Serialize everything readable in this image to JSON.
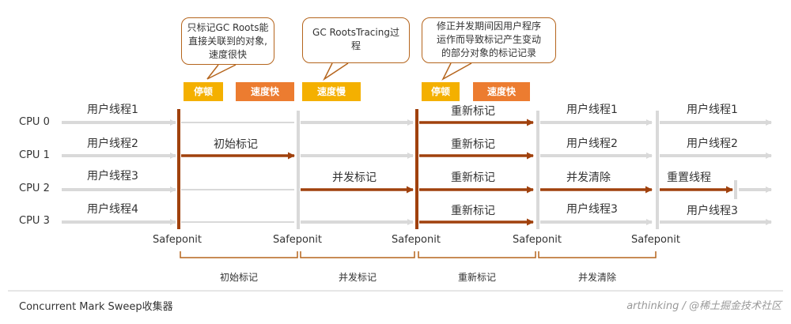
{
  "notes": [
    {
      "id": "n1",
      "text": "只标记GC Roots能\n直接关联到的对象,\n速度很快"
    },
    {
      "id": "n2",
      "text": "GC RootsTracing过\n程"
    },
    {
      "id": "n3",
      "text": "修正并发期间因用户程序\n运作而导致标记产生变动\n的部分对象的标记记录"
    }
  ],
  "tags": {
    "t1": "停顿",
    "t2": "速度快",
    "t3": "速度慢",
    "t4": "停顿",
    "t5": "速度快"
  },
  "cpus": [
    "CPU 0",
    "CPU 1",
    "CPU 2",
    "CPU 3"
  ],
  "labels": {
    "u0": "用户线程1",
    "u1": "用户线程2",
    "u2": "用户线程3",
    "u3": "用户线程4",
    "initial_mark": "初始标记",
    "concurrent_mark": "并发标记",
    "r0": "重新标记",
    "r1": "重新标记",
    "r2": "重新标记",
    "r3": "重新标记",
    "s0": "用户线程1",
    "s1": "用户线程2",
    "concurrent_sweep": "并发清除",
    "s3": "用户线程3",
    "e0": "用户线程1",
    "e1": "用户线程2",
    "reset": "重置线程",
    "e3": "用户线程3"
  },
  "safepoints": [
    "Safeponit",
    "Safeponit",
    "Safeponit",
    "Safeponit",
    "Safeponit"
  ],
  "phases": [
    "初始标记",
    "并发标记",
    "重新标记",
    "并发清除"
  ],
  "footer": "Concurrent Mark Sweep收集器",
  "watermark": "arthinking / @稀土掘金技术社区",
  "colors": {
    "thread_active": "#a0410d",
    "thread_idle": "#d9d9d9",
    "note_border": "#b5651d",
    "tag_yellow": "#f4b000",
    "tag_orange": "#ec7c30"
  }
}
